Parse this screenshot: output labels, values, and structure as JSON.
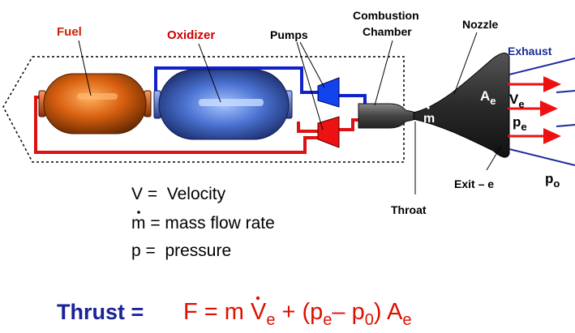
{
  "labels": {
    "fuel": "Fuel",
    "oxidizer": "Oxidizer",
    "pumps": "Pumps",
    "combustion_line1": "Combustion",
    "combustion_line2": "Chamber",
    "nozzle": "Nozzle",
    "exhaust": "Exhaust",
    "throat": "Throat",
    "exit": "Exit – e",
    "a_base": "A",
    "a_sub": "e",
    "v_base": "V",
    "v_sub": "e",
    "p_base": "p",
    "p_sub": "e",
    "po_base": "p",
    "po_sub": "o",
    "mdot": "m"
  },
  "legend": {
    "v_line": "V =  Velocity",
    "m_symbol": "m",
    "m_text": " = mass flow rate",
    "p_line": "p =  pressure"
  },
  "equation": {
    "label": "Thrust =",
    "part1": "F = m V",
    "sub1": "e",
    "part2": " + (p",
    "sub2": "e",
    "part3": "– p",
    "sub3": "0",
    "part4": ") A",
    "sub4": "e"
  },
  "colors": {
    "fuel_label": "#cc2200",
    "oxidizer_label": "#cc0000",
    "exhaust_label": "#1a2a99",
    "equation_label": "#1a2299",
    "equation_formula": "#dd1100",
    "fuel_line": "#dd1111",
    "oxidizer_line": "#1122cc"
  }
}
